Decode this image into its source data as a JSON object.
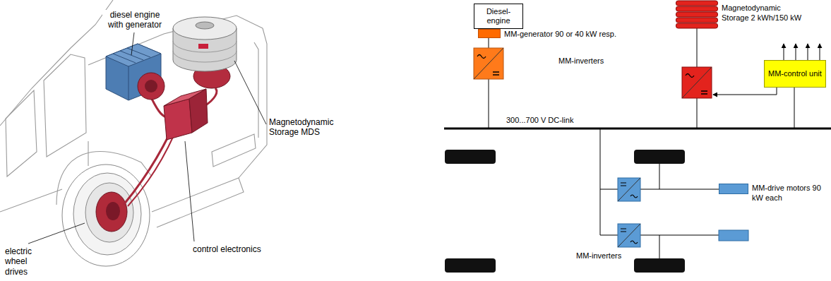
{
  "diagram": {
    "nodes": [
      {
        "text": [
          "Diesel-engine"
        ]
      },
      {
        "text": [
          "MM-generator 90 or 40 kW resp."
        ]
      },
      {
        "text": [
          "Magnetodynamic Storage 2 kWh/150 kW"
        ]
      },
      {
        "text": [
          "MM-control unit"
        ]
      },
      {
        "text": [
          "MM-drive motors 90 kW each"
        ]
      }
    ],
    "labels": [
      "diesel engine with generator",
      "Magnetodynamic Storage MDS",
      "electric wheel drives",
      "control electronics",
      "MM-inverters",
      "300...700 V DC-link",
      "MM-inverters"
    ]
  }
}
